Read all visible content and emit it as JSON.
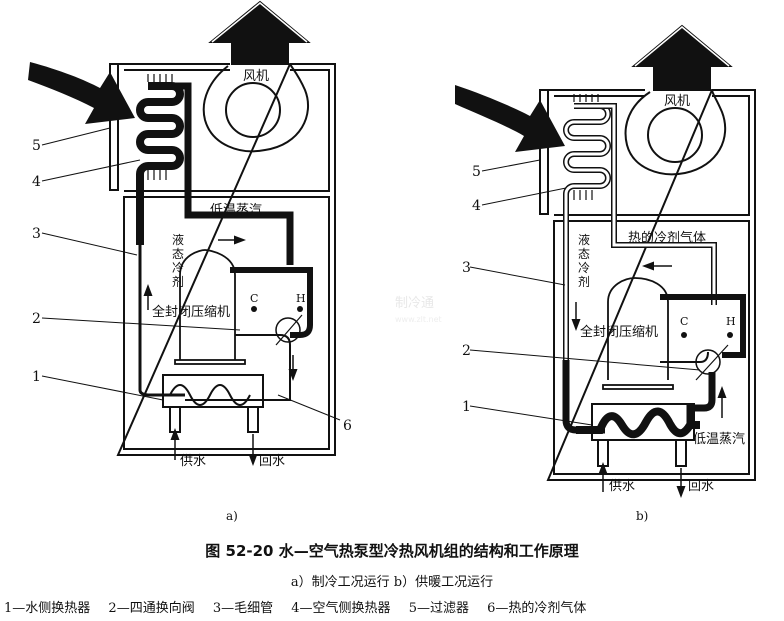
{
  "figure": {
    "title": "图 52-20   水—空气热泵型冷热风机组的结构和工作原理",
    "subtitle": "a）制冷工况运行   b）供暖工况运行",
    "legend": [
      "1—水侧换热器",
      "2—四通换向阀",
      "3—毛细管",
      "4—空气侧换热器",
      "5—过滤器",
      "6—热的冷剂气体"
    ]
  },
  "watermark": {
    "name": "制冷通",
    "url": "www.zlt.net"
  },
  "panel_a": {
    "sublabel": "a)",
    "fan": "风机",
    "low_temp_vapor": "低温蒸汽",
    "liquid_refrigerant": [
      "液",
      "态",
      "冷",
      "剂"
    ],
    "compressor": "全封闭压缩机",
    "port_c": "C",
    "port_h": "H",
    "supply_water": "供水",
    "return_water": "回水",
    "callouts": [
      "5",
      "4",
      "3",
      "2",
      "1",
      "6"
    ]
  },
  "panel_b": {
    "sublabel": "b)",
    "fan": "风机",
    "hot_refrigerant_gas": "热的冷剂气体",
    "liquid_refrigerant": [
      "液",
      "态",
      "冷",
      "剂"
    ],
    "compressor": "全封闭压缩机",
    "port_c": "C",
    "port_h": "H",
    "low_temp_vapor": "低温蒸汽",
    "supply_water": "供水",
    "return_water": "回水",
    "callouts": [
      "5",
      "4",
      "3",
      "2",
      "1"
    ]
  }
}
